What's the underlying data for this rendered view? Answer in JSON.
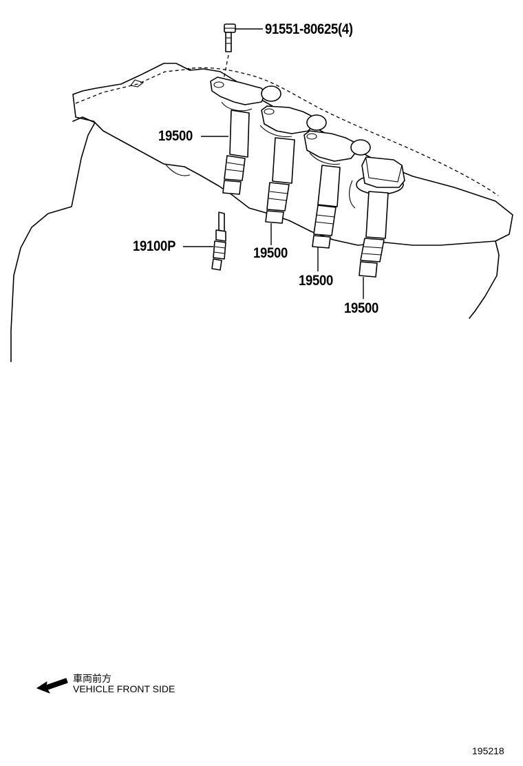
{
  "parts": {
    "bolt": "91551-80625(4)",
    "coil_1": "19500",
    "coil_2": "19500",
    "coil_3": "19500",
    "coil_4": "19500",
    "spark_plug": "19100P"
  },
  "orientation": {
    "label_jp": "車両前方",
    "label_en": "VEHICLE FRONT SIDE"
  },
  "figure_number": "195218",
  "icons": {
    "direction_arrow": "arrow-left-icon"
  }
}
